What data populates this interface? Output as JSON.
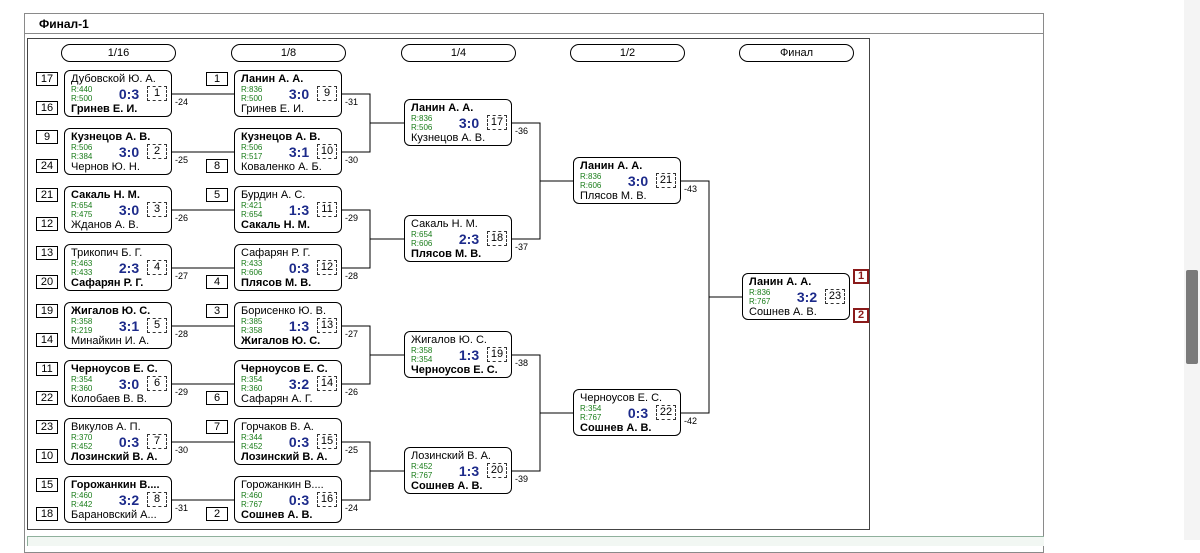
{
  "title": "Финал-1",
  "rounds": [
    "1/16",
    "1/8",
    "1/4",
    "1/2",
    "Финал"
  ],
  "matches": [
    {
      "id": "m1",
      "p1": {
        "name": "Дубовской Ю. А.",
        "rating": "R:440",
        "seed": "17"
      },
      "p2": {
        "name": "Гринев Е. И.",
        "rating": "R:500",
        "seed": "16"
      },
      "score": "0:3",
      "num": "1",
      "winner": 2,
      "loser": "-24"
    },
    {
      "id": "m2",
      "p1": {
        "name": "Кузнецов А. В.",
        "rating": "R:506",
        "seed": "9"
      },
      "p2": {
        "name": "Чернов Ю. Н.",
        "rating": "R:384",
        "seed": "24"
      },
      "score": "3:0",
      "num": "2",
      "winner": 1,
      "loser": "-25"
    },
    {
      "id": "m3",
      "p1": {
        "name": "Сакаль Н. М.",
        "rating": "R:654",
        "seed": "21"
      },
      "p2": {
        "name": "Жданов А. В.",
        "rating": "R:475",
        "seed": "12"
      },
      "score": "3:0",
      "num": "3",
      "winner": 1,
      "loser": "-26"
    },
    {
      "id": "m4",
      "p1": {
        "name": "Трикопич Б. Г.",
        "rating": "R:463",
        "seed": "13"
      },
      "p2": {
        "name": "Сафарян Р. Г.",
        "rating": "R:433",
        "seed": "20"
      },
      "score": "2:3",
      "num": "4",
      "winner": 2,
      "loser": "-27"
    },
    {
      "id": "m5",
      "p1": {
        "name": "Жигалов Ю. С.",
        "rating": "R:358",
        "seed": "19"
      },
      "p2": {
        "name": "Минайкин И. А.",
        "rating": "R:219",
        "seed": "14"
      },
      "score": "3:1",
      "num": "5",
      "winner": 1,
      "loser": "-28"
    },
    {
      "id": "m6",
      "p1": {
        "name": "Черноусов Е. С.",
        "rating": "R:354",
        "seed": "11"
      },
      "p2": {
        "name": "Колобаев В. В.",
        "rating": "R:360",
        "seed": "22"
      },
      "score": "3:0",
      "num": "6",
      "winner": 1,
      "loser": "-29"
    },
    {
      "id": "m7",
      "p1": {
        "name": "Викулов А. П.",
        "rating": "R:370",
        "seed": "23"
      },
      "p2": {
        "name": "Лозинский В. А.",
        "rating": "R:452",
        "seed": "10"
      },
      "score": "0:3",
      "num": "7",
      "winner": 2,
      "loser": "-30"
    },
    {
      "id": "m8",
      "p1": {
        "name": "Горожанкин В....",
        "rating": "R:460",
        "seed": "15"
      },
      "p2": {
        "name": "Барановский А...",
        "rating": "R:442",
        "seed": "18"
      },
      "score": "3:2",
      "num": "8",
      "winner": 1,
      "loser": "-31"
    },
    {
      "id": "m9",
      "p1": {
        "name": "Ланин А. А.",
        "rating": "R:836",
        "seed": "1"
      },
      "p2": {
        "name": "Гринев Е. И.",
        "rating": "R:500"
      },
      "score": "3:0",
      "num": "9",
      "winner": 1,
      "loser": "-31"
    },
    {
      "id": "m10",
      "p1": {
        "name": "Кузнецов А. В.",
        "rating": "R:506"
      },
      "p2": {
        "name": "Коваленко А. Б.",
        "rating": "R:517",
        "seed": "8"
      },
      "score": "3:1",
      "num": "10",
      "winner": 1,
      "loser": "-30"
    },
    {
      "id": "m11",
      "p1": {
        "name": "Бурдин А. С.",
        "rating": "R:421",
        "seed": "5"
      },
      "p2": {
        "name": "Сакаль Н. М.",
        "rating": "R:654"
      },
      "score": "1:3",
      "num": "11",
      "winner": 2,
      "loser": "-29"
    },
    {
      "id": "m12",
      "p1": {
        "name": "Сафарян Р. Г.",
        "rating": "R:433"
      },
      "p2": {
        "name": "Плясов М. В.",
        "rating": "R:606",
        "seed": "4"
      },
      "score": "0:3",
      "num": "12",
      "winner": 2,
      "loser": "-28"
    },
    {
      "id": "m13",
      "p1": {
        "name": "Борисенко Ю. В.",
        "rating": "R:385",
        "seed": "3"
      },
      "p2": {
        "name": "Жигалов Ю. С.",
        "rating": "R:358"
      },
      "score": "1:3",
      "num": "13",
      "winner": 2,
      "loser": "-27"
    },
    {
      "id": "m14",
      "p1": {
        "name": "Черноусов Е. С.",
        "rating": "R:354"
      },
      "p2": {
        "name": "Сафарян А. Г.",
        "rating": "R:360",
        "seed": "6"
      },
      "score": "3:2",
      "num": "14",
      "winner": 1,
      "loser": "-26"
    },
    {
      "id": "m15",
      "p1": {
        "name": "Горчаков В. А.",
        "rating": "R:344",
        "seed": "7"
      },
      "p2": {
        "name": "Лозинский В. А.",
        "rating": "R:452"
      },
      "score": "0:3",
      "num": "15",
      "winner": 2,
      "loser": "-25"
    },
    {
      "id": "m16",
      "p1": {
        "name": "Горожанкин В....",
        "rating": "R:460"
      },
      "p2": {
        "name": "Сошнев А. В.",
        "rating": "R:767",
        "seed": "2"
      },
      "score": "0:3",
      "num": "16",
      "winner": 2,
      "loser": "-24"
    },
    {
      "id": "m17",
      "p1": {
        "name": "Ланин А. А.",
        "rating": "R:836"
      },
      "p2": {
        "name": "Кузнецов А. В.",
        "rating": "R:506"
      },
      "score": "3:0",
      "num": "17",
      "winner": 1,
      "loser": "-36"
    },
    {
      "id": "m18",
      "p1": {
        "name": "Сакаль Н. М.",
        "rating": "R:654"
      },
      "p2": {
        "name": "Плясов М. В.",
        "rating": "R:606"
      },
      "score": "2:3",
      "num": "18",
      "winner": 2,
      "loser": "-37"
    },
    {
      "id": "m19",
      "p1": {
        "name": "Жигалов Ю. С.",
        "rating": "R:358"
      },
      "p2": {
        "name": "Черноусов Е. С.",
        "rating": "R:354"
      },
      "score": "1:3",
      "num": "19",
      "winner": 2,
      "loser": "-38"
    },
    {
      "id": "m20",
      "p1": {
        "name": "Лозинский В. А.",
        "rating": "R:452"
      },
      "p2": {
        "name": "Сошнев А. В.",
        "rating": "R:767"
      },
      "score": "1:3",
      "num": "20",
      "winner": 2,
      "loser": "-39"
    },
    {
      "id": "m21",
      "p1": {
        "name": "Ланин А. А.",
        "rating": "R:836"
      },
      "p2": {
        "name": "Плясов М. В.",
        "rating": "R:606"
      },
      "score": "3:0",
      "num": "21",
      "winner": 1,
      "loser": "-43"
    },
    {
      "id": "m22",
      "p1": {
        "name": "Черноусов Е. С.",
        "rating": "R:354"
      },
      "p2": {
        "name": "Сошнев А. В.",
        "rating": "R:767"
      },
      "score": "0:3",
      "num": "22",
      "winner": 2,
      "loser": "-42"
    },
    {
      "id": "m23",
      "p1": {
        "name": "Ланин А. А.",
        "rating": "R:836",
        "place": "1"
      },
      "p2": {
        "name": "Сошнев А. В.",
        "rating": "R:767",
        "place": "2"
      },
      "score": "3:2",
      "num": "23",
      "winner": 1
    }
  ]
}
